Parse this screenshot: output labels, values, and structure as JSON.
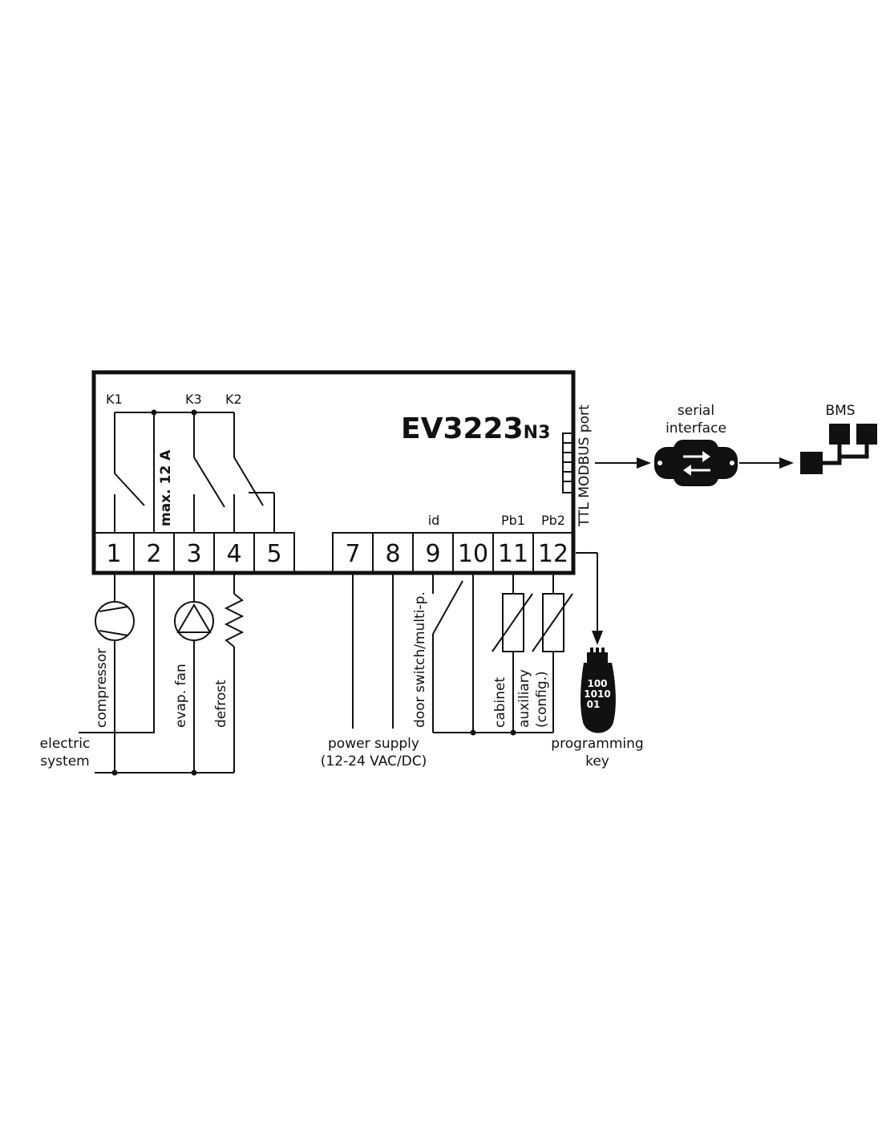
{
  "model": {
    "main": "EV3223",
    "suffix": "N3"
  },
  "relays": {
    "k1": "K1",
    "k3": "K3",
    "k2": "K2"
  },
  "max_current": "max. 12 A",
  "port_label": "TTL MODBUS port",
  "terminals": [
    "1",
    "2",
    "3",
    "4",
    "5",
    "7",
    "8",
    "9",
    "10",
    "11",
    "12"
  ],
  "input_labels": {
    "id": "id",
    "pb1": "Pb1",
    "pb2": "Pb2"
  },
  "loads": {
    "compressor": "compressor",
    "evap_fan": "evap. fan",
    "defrost": "defrost",
    "door_switch": "door switch/multi-p.",
    "cabinet": "cabinet",
    "auxiliary": "auxiliary",
    "auxiliary_config": "(config.)"
  },
  "electric_system": {
    "line1": "electric",
    "line2": "system"
  },
  "power_supply": {
    "line1": "power supply",
    "line2": "(12-24 VAC/DC)"
  },
  "programming_key": {
    "line1": "programming",
    "line2": "key",
    "code1": "100",
    "code2": "1010",
    "code3": "01"
  },
  "serial_interface": {
    "line1": "serial",
    "line2": "interface"
  },
  "bms": "BMS"
}
